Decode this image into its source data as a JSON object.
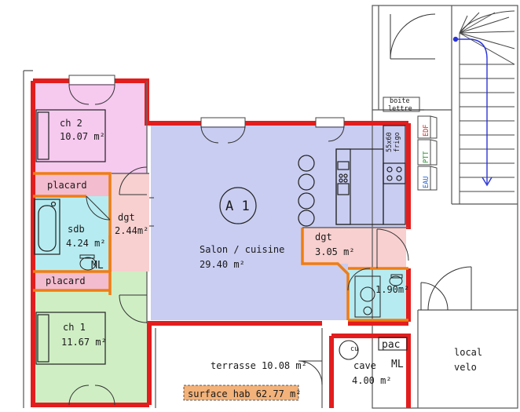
{
  "colors": {
    "wall_red": "#e31d1d",
    "partition_orange": "#f07d12",
    "living_blue": "#c9cdf1",
    "bedroom2_pink": "#f6c9ef",
    "bedroom1_green": "#cfeec4",
    "bathroom_cyan": "#b6ecf1",
    "hall_pink": "#f8d0d0",
    "placard_pink": "#f3bccf",
    "surface_box": "#f2b27a"
  },
  "unit": {
    "label": "A 1"
  },
  "rooms": {
    "ch2": {
      "name": "ch 2",
      "area": "10.07 m²"
    },
    "ch1": {
      "name": "ch 1",
      "area": "11.67 m²"
    },
    "sdb": {
      "name": "sdb",
      "area": "4.24 m²",
      "ml": "ML"
    },
    "dgt_left": {
      "name": "dgt",
      "area": "2.44m²"
    },
    "salon": {
      "name": "Salon / cuisine",
      "area": "29.40 m²"
    },
    "dgt_right": {
      "name": "dgt",
      "area": "3.05 m²"
    },
    "wc": {
      "area": "1.90m²"
    },
    "terrasse": {
      "label": "terrasse 10.08 m²"
    },
    "cave": {
      "name": "cave",
      "area": "4.00 m²",
      "cu": "cu",
      "pac": "pac",
      "ml": "ML"
    },
    "local_velo": {
      "line1": "local",
      "line2": "velo"
    }
  },
  "placards": {
    "top": "placard",
    "bottom": "placard"
  },
  "surface": {
    "label": "surface hab 62.77 m²"
  },
  "meters": {
    "boite1": "boite",
    "boite2": "lettre",
    "edf": "EDF",
    "ptt": "PTT",
    "eau": "EAU"
  },
  "fridge": {
    "line1": "55x60",
    "line2": "frigo"
  }
}
